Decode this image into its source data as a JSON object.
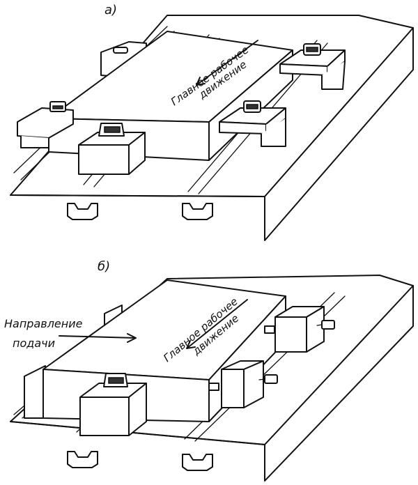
{
  "figure": {
    "panel_a": {
      "label": "а)",
      "motion_label_line1": "Главное рабочее",
      "motion_label_line2": "движение"
    },
    "panel_b": {
      "label": "б)",
      "feed_label_line1": "Направление",
      "feed_label_line2": "подачи",
      "motion_label_line1": "Главное рабочее",
      "motion_label_line2": "движение"
    }
  }
}
